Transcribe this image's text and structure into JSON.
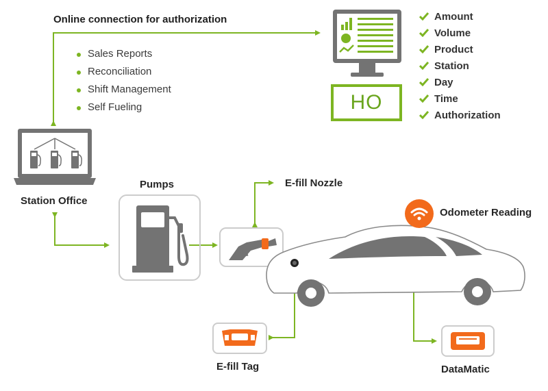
{
  "header": {
    "title": "Online connection for authorization"
  },
  "features": [
    "Sales Reports",
    "Reconciliation",
    "Shift Management",
    "Self Fueling"
  ],
  "ho": {
    "box_text": "HO",
    "checklist": [
      "Amount",
      "Volume",
      "Product",
      "Station",
      "Day",
      "Time",
      "Authorization"
    ]
  },
  "nodes": {
    "station_office": "Station Office",
    "pumps": "Pumps",
    "efill_nozzle": "E-fill Nozzle",
    "odometer_reading": "Odometer Reading",
    "efill_tag": "E-fill Tag",
    "datamatic": "DataMatic"
  },
  "colors": {
    "accent": "#7db522",
    "gray": "#737373",
    "orange": "#f26a1b",
    "box_border": "#cccccc"
  },
  "icons": [
    "monitor-icon",
    "laptop-icon",
    "fuel-pump-icon",
    "fuel-nozzle-icon",
    "car-icon",
    "wifi-icon",
    "tag-icon",
    "datamatic-icon",
    "checkmark-icon"
  ]
}
